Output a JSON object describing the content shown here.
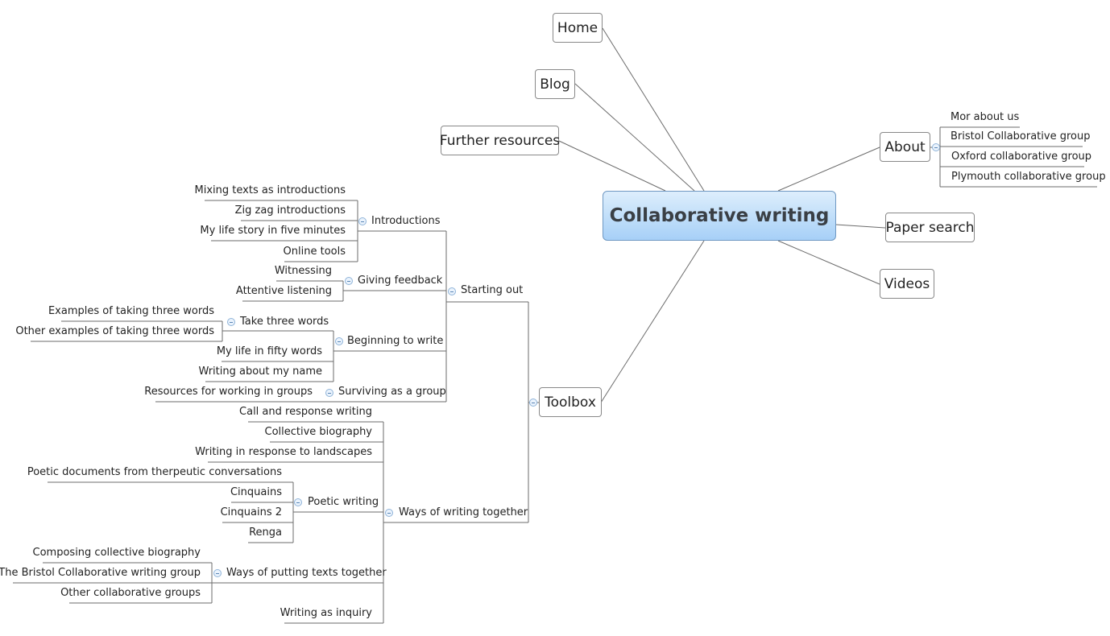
{
  "central": "Collaborative writing",
  "main": {
    "home": "Home",
    "blog": "Blog",
    "further": "Further resources",
    "about": "About",
    "paper": "Paper search",
    "videos": "Videos",
    "toolbox": "Toolbox"
  },
  "about": [
    "Mor about us",
    "Bristol Collaborative group",
    "Oxford collaborative group",
    "Plymouth collaborative group"
  ],
  "toolbox": {
    "starting_out": {
      "label": "Starting out",
      "introductions": {
        "label": "Introductions",
        "items": [
          "Mixing texts as introductions",
          "Zig zag introductions",
          "My life story in five minutes",
          "Online tools"
        ]
      },
      "giving_feedback": {
        "label": "Giving feedback",
        "items": [
          "Witnessing",
          "Attentive listening"
        ]
      },
      "beginning_to_write": {
        "label": "Beginning to write",
        "take_three_words": {
          "label": "Take three words",
          "items": [
            "Examples of taking three words",
            "Other examples of taking three words"
          ]
        },
        "items": [
          "My life in fifty words",
          "Writing about my name"
        ]
      },
      "surviving": {
        "label": "Surviving as a group",
        "items": [
          "Resources for working in groups"
        ]
      }
    },
    "ways": {
      "label": "Ways of writing together",
      "items": [
        "Call and response writing",
        "Collective biography",
        "Writing in response to landscapes",
        "Writing as inquiry"
      ],
      "poetic": {
        "label": "Poetic writing",
        "items": [
          "Poetic documents from therpeutic conversations",
          "Cinquains",
          "Cinquains 2",
          "Renga"
        ]
      },
      "putting": {
        "label": "Ways of putting texts together",
        "items": [
          "Composing collective biography",
          "The Bristol Collaborative writing group",
          "Other collaborative groups"
        ]
      }
    }
  },
  "colors": {
    "line": "#6b6b6b",
    "central_top": "#ddeefc",
    "central_bottom": "#a7d0f7",
    "toggle": "#8fb3d8"
  }
}
